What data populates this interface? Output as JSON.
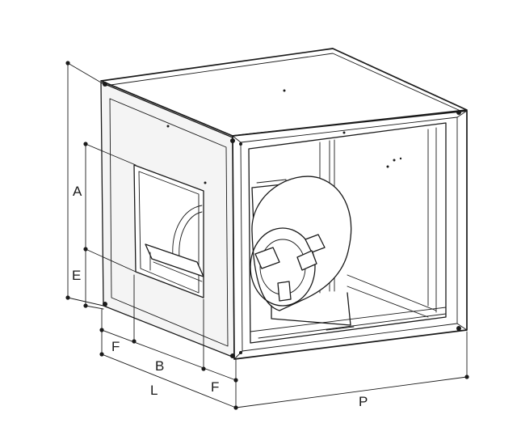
{
  "diagram": {
    "dimension_labels": {
      "A": "A",
      "E": "E",
      "F_left": "F",
      "B": "B",
      "F_right": "F",
      "L": "L",
      "P": "P"
    }
  }
}
